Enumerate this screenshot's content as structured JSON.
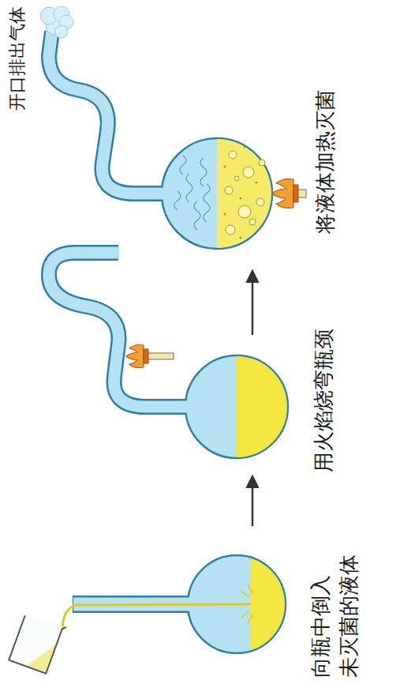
{
  "diagram": {
    "labels": [
      "向瓶中倒入 未灭菌的液体",
      "用火焰烧弯瓶颈",
      "将液体加热灭菌",
      "开口排出气体"
    ]
  }
}
